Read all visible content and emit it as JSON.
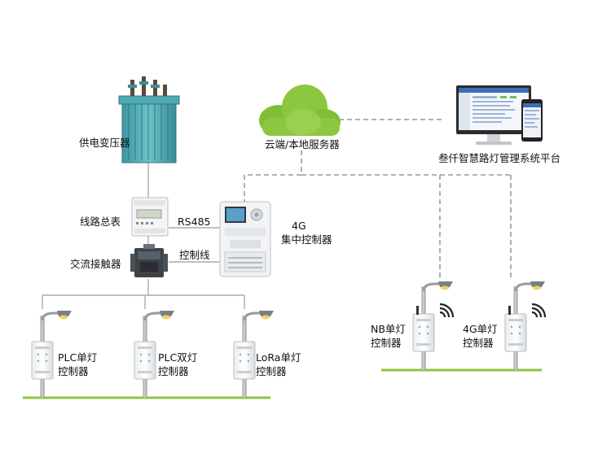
{
  "nodes": {
    "transformer": "供电变压器",
    "cloud": "云端/本地服务器",
    "platform": "叁仟智慧路灯管理系统平台",
    "meter": "线路总表",
    "contactor": "交流接触器",
    "concentrator_line1": "4G",
    "concentrator_line2": "集中控制器"
  },
  "links": {
    "rs485": "RS485",
    "control_line": "控制线"
  },
  "wired_controllers": [
    {
      "line1": "PLC单灯",
      "line2": "控制器"
    },
    {
      "line1": "PLC双灯",
      "line2": "控制器"
    },
    {
      "line1": "LoRa单灯",
      "line2": "控制器"
    }
  ],
  "wireless_controllers": [
    {
      "line1": "NB单灯",
      "line2": "控制器"
    },
    {
      "line1": "4G单灯",
      "line2": "控制器"
    }
  ],
  "colors": {
    "ground": "#8cc63f",
    "cloud": "#8dc63f",
    "cloud_dark": "#6fae2c",
    "transformer": "#4aa8b0",
    "dashed_line": "#999999",
    "solid_line": "#aaaaaa",
    "lamp_glow": "#f4d35e",
    "signal": "#222222"
  }
}
